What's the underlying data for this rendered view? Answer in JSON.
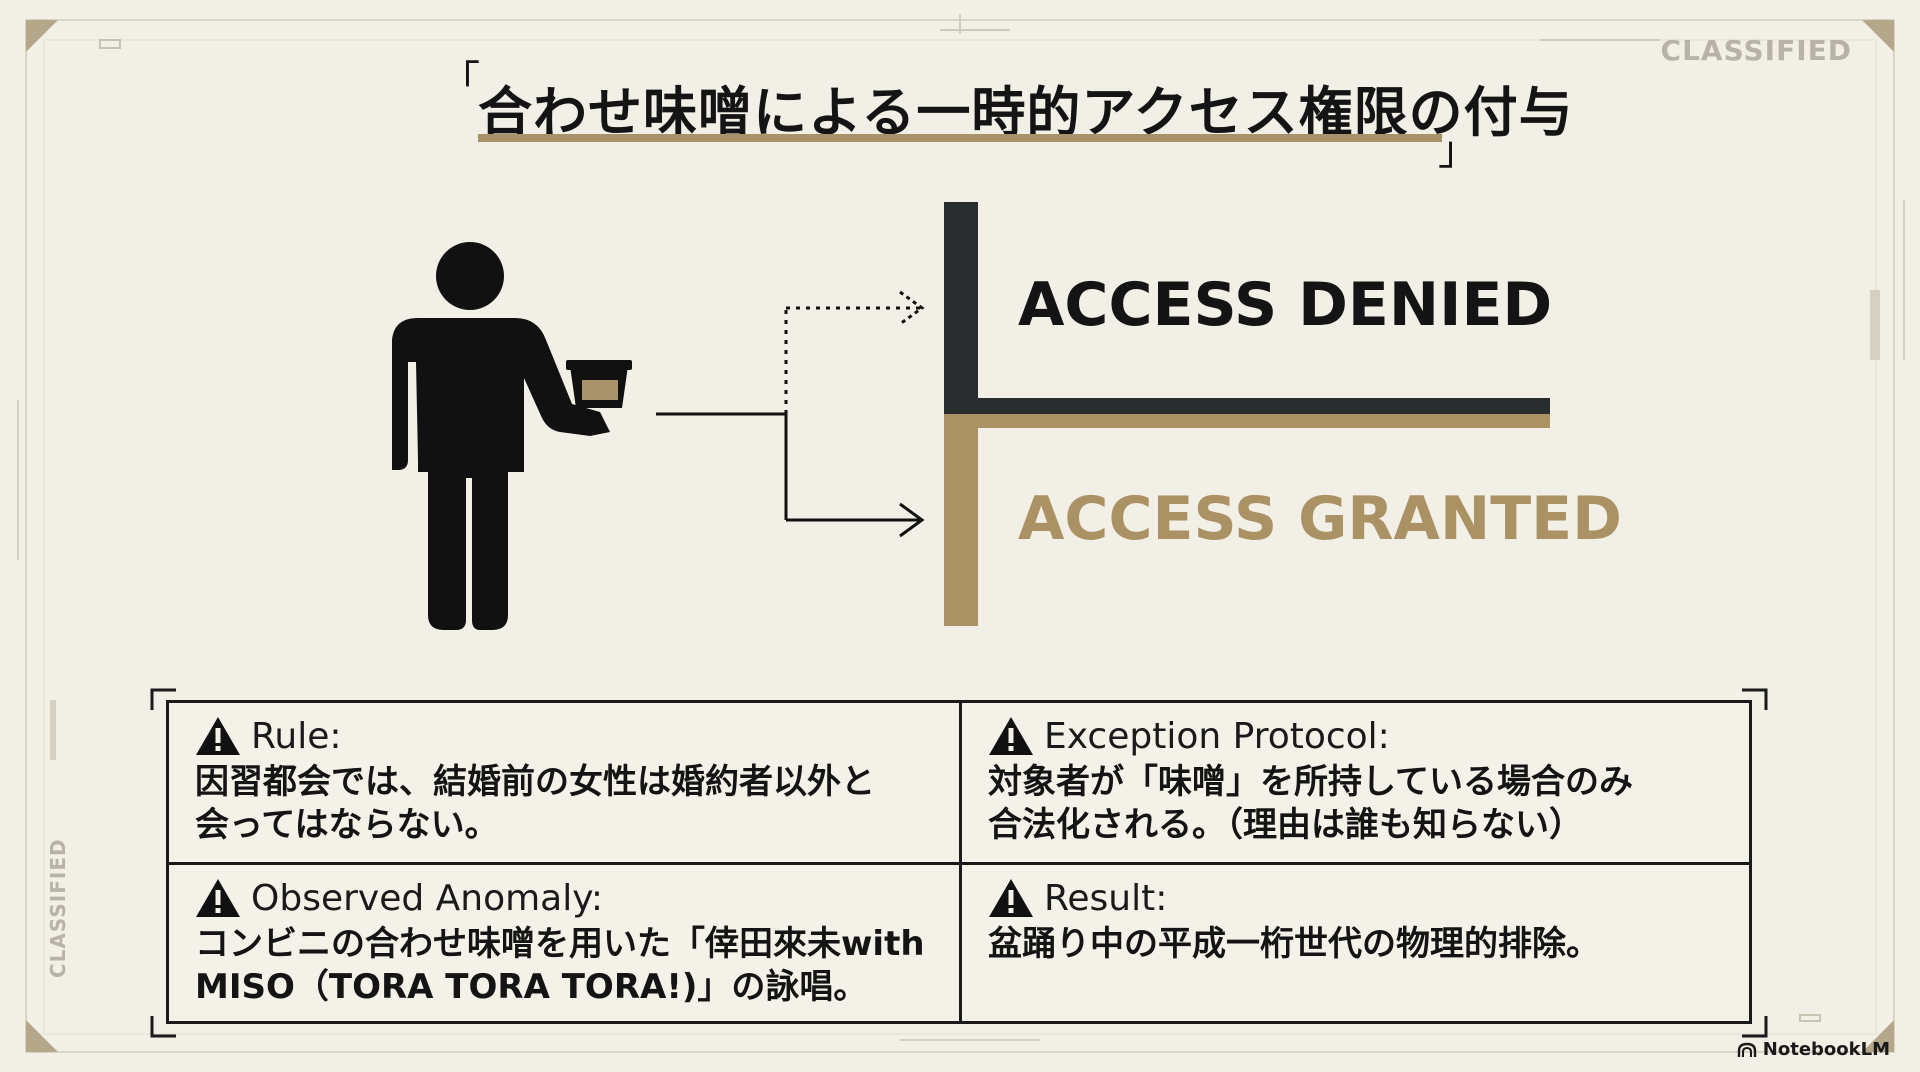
{
  "title": "合わせ味噌による一時的アクセス権限の付与",
  "title_bracket_open": "「",
  "title_bracket_close": "」",
  "watermark": "CLASSIFIED",
  "outcomes": {
    "denied": "ACCESS DENIED",
    "granted": "ACCESS GRANTED"
  },
  "colors": {
    "accent_gold": "#ab9265",
    "ink": "#141414",
    "paper": "#f2efe6"
  },
  "panel": {
    "cells": [
      {
        "heading": "Rule:",
        "body": [
          "因習都会では、結婚前の女性は婚約者以外と",
          "会ってはならない。"
        ]
      },
      {
        "heading": "Exception Protocol:",
        "body": [
          "対象者が「味噌」を所持している場合のみ",
          "合法化される。（理由は誰も知らない）"
        ]
      },
      {
        "heading": "Observed Anomaly:",
        "body": [
          "コンビニの合わせ味噌を用いた「倖田來未with",
          "MISO（TORA TORA TORA!)」の詠唱。"
        ]
      },
      {
        "heading": "Result:",
        "body": [
          "盆踊り中の平成一桁世代の物理的排除。"
        ]
      }
    ]
  },
  "brand": "NotebookLM",
  "icons": [
    "warning-icon",
    "person-holding-miso-icon",
    "notebooklm-logo-icon"
  ]
}
